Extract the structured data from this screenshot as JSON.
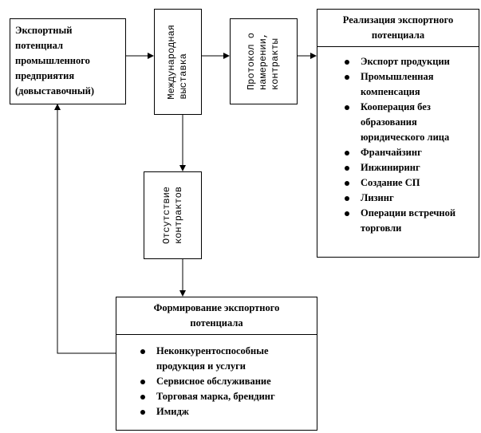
{
  "box_potential": {
    "lines": [
      "Экспортный",
      "потенциал",
      "промышленного",
      "предприятия",
      "(довыставочный)"
    ]
  },
  "box_exhibition": {
    "text": "Международная\nвыставка"
  },
  "box_protocol": {
    "text": "Протокол о\nнамерении,\nконтракты"
  },
  "box_realization": {
    "title": "Реализация экспортного потенциала",
    "items": [
      "Экспорт продукции",
      "Промышленная компенсация",
      "Кооперация без образования юридического лица",
      "Франчайзинг",
      "Инжиниринг",
      "Создание СП",
      "Лизинг",
      "Операции встречной торговли"
    ]
  },
  "box_no_contracts": {
    "text": "Отсутствие\nконтрактов"
  },
  "box_formation": {
    "title": "Формирование экспортного потенциала",
    "items": [
      "Неконкурентоспособные продукция и услуги",
      "Сервисное обслуживание",
      "Торговая марка, брендинг",
      "Имидж"
    ]
  }
}
